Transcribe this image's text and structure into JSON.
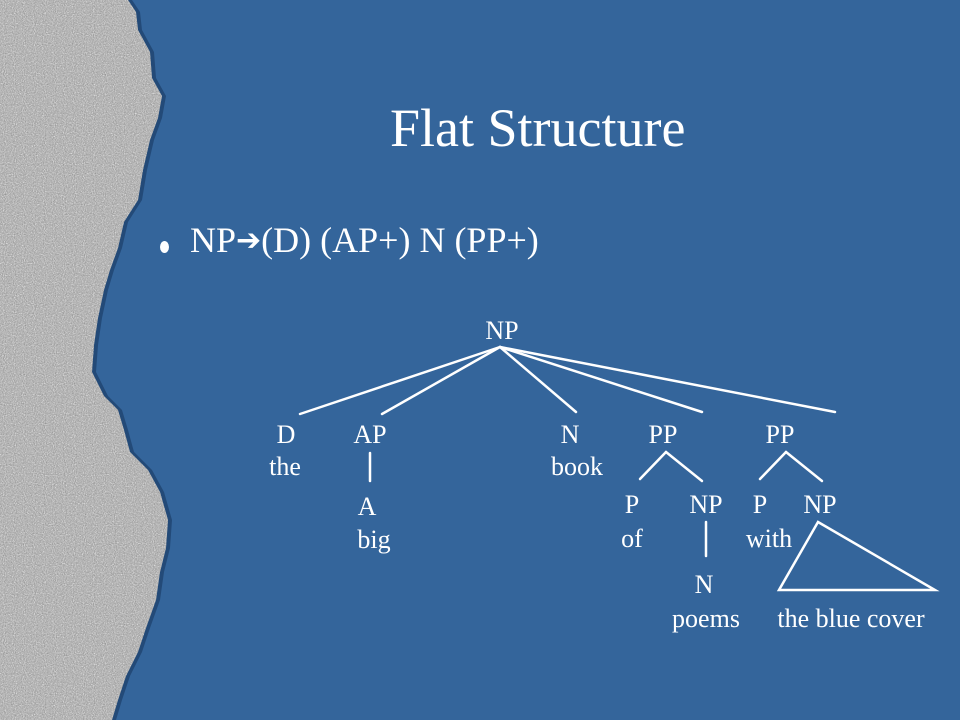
{
  "slide": {
    "title": "Flat Structure",
    "bullet": {
      "lhs": "NP",
      "rhs": "(D) (AP+) N (PP+)"
    }
  },
  "tree": {
    "root": "NP",
    "nodes": {
      "d": "D",
      "the": "the",
      "ap": "AP",
      "a": "A",
      "big": "big",
      "n": "N",
      "book": "book",
      "pp1": "PP",
      "p1": "P",
      "of": "of",
      "np1": "NP",
      "n2": "N",
      "poems": "poems",
      "pp2": "PP",
      "p2": "P",
      "with": "with",
      "np2": "NP",
      "triangle_text": "the blue cover"
    }
  },
  "colors": {
    "background": "#34659b",
    "text": "#ffffff",
    "lines": "#ffffff"
  }
}
